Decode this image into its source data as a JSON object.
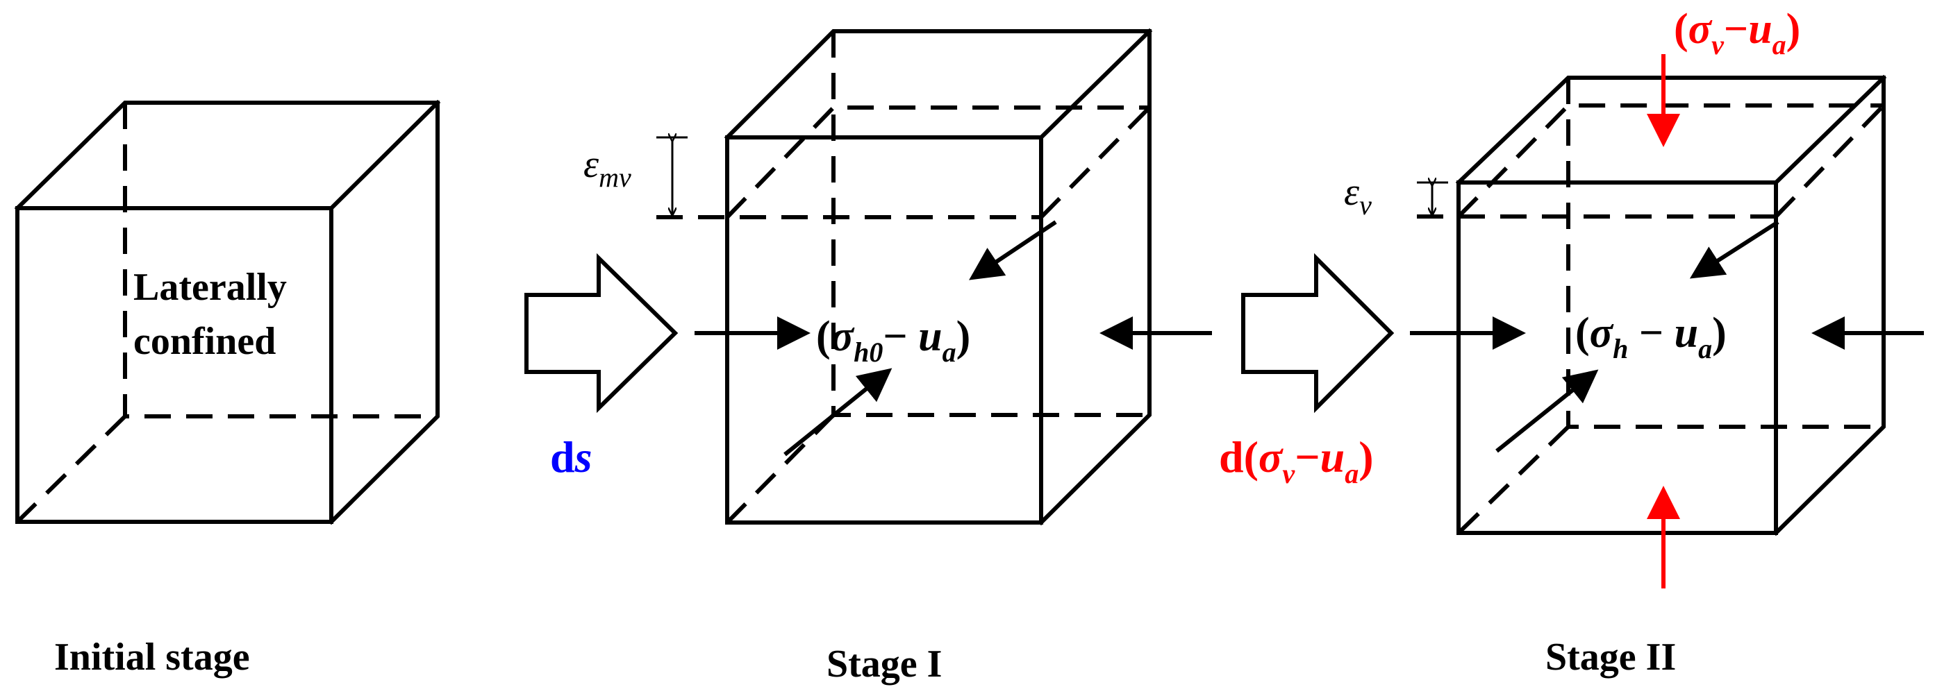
{
  "captions": {
    "initial": "Initial stage",
    "stage1": "Stage I",
    "stage2": "Stage II"
  },
  "initial_cube": {
    "label_line1": "Laterally",
    "label_line2": "confined"
  },
  "transition1": {
    "label_prefix": "d",
    "label_var": "s",
    "label_color": "#0000ff"
  },
  "transition2": {
    "label_prefix": "d(",
    "label_sigma": "σ",
    "label_sigma_sub": "v",
    "label_minus": "−",
    "label_u": "u",
    "label_u_sub": "a",
    "label_suffix": ")",
    "label_color": "#ff0000"
  },
  "stage1": {
    "strain_symbol": "ε",
    "strain_sub": "mv",
    "stress_open": "(",
    "stress_sigma": "σ",
    "stress_sigma_sub": "h0",
    "stress_minus": "− ",
    "stress_u": "u",
    "stress_u_sub": "a",
    "stress_close": ")"
  },
  "stage2": {
    "strain_symbol": "ε",
    "strain_sub": "v",
    "stress_open": "(",
    "stress_sigma": "σ",
    "stress_sigma_sub": "h",
    "stress_minus": " − ",
    "stress_u": "u",
    "stress_u_sub": "a",
    "stress_close": ")",
    "vertical_open": "(",
    "vertical_sigma": "σ",
    "vertical_sigma_sub": "v",
    "vertical_minus": "−",
    "vertical_u": "u",
    "vertical_u_sub": "a",
    "vertical_close": ")",
    "vertical_color": "#ff0000"
  }
}
